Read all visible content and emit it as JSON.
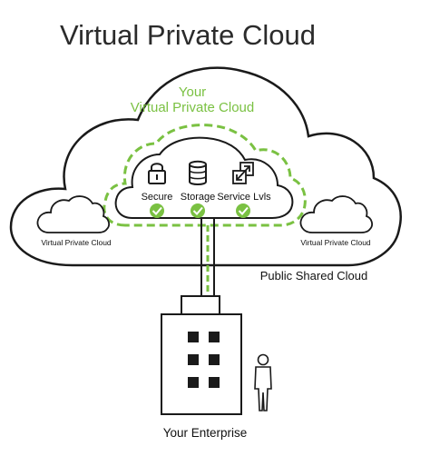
{
  "title": "Virtual Private Cloud",
  "your_vpc": {
    "line1": "Your",
    "line2": "Virtual Private Cloud"
  },
  "features": [
    {
      "label": "Secure",
      "icon": "lock-icon"
    },
    {
      "label": "Storage",
      "icon": "database-icon"
    },
    {
      "label": "Service Lvls",
      "icon": "scale-arrows-icon"
    }
  ],
  "side_clouds": {
    "left": "Virtual Private Cloud",
    "right": "Virtual Private Cloud"
  },
  "public_cloud_label": "Public Shared Cloud",
  "enterprise_label": "Your Enterprise",
  "colors": {
    "accent_green": "#7ac142",
    "outline": "#1a1a1a",
    "building": "#ffffff",
    "window": "#1a1a1a"
  }
}
